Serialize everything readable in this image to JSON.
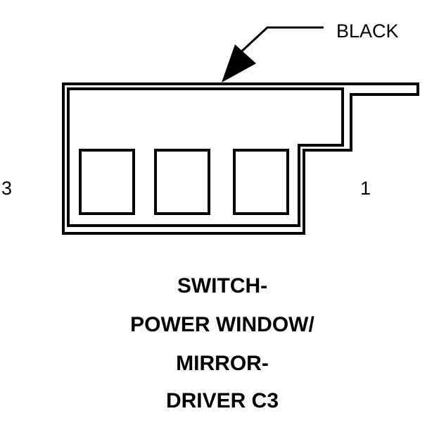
{
  "connector": {
    "color_label": "BLACK",
    "pin_left_label": "3",
    "pin_right_label": "1",
    "title_lines": [
      "SWITCH-",
      "POWER WINDOW/",
      "MIRROR-",
      "DRIVER C3"
    ],
    "cavity_count": 3
  },
  "colors": {
    "line": "#000000",
    "background": "#ffffff"
  }
}
